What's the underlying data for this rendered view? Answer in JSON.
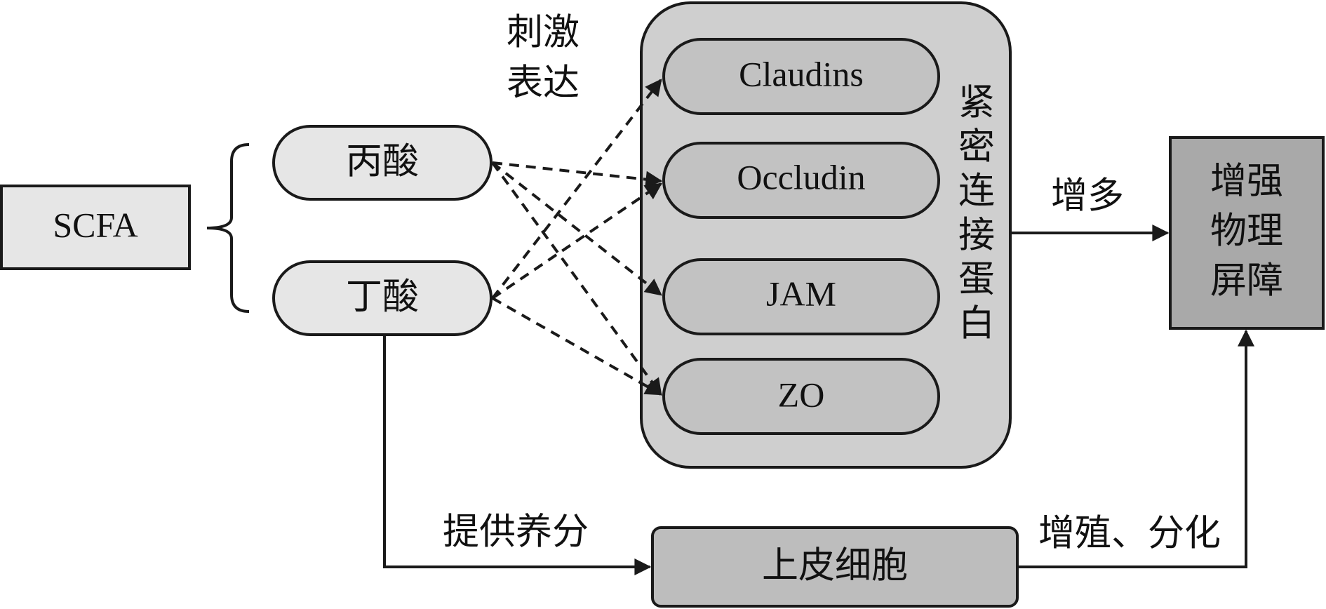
{
  "nodes": {
    "scfa": "SCFA",
    "propionate": "丙酸",
    "butyrate": "丁酸",
    "claudins": "Claudins",
    "occludin": "Occludin",
    "jam": "JAM",
    "zo": "ZO",
    "tight_junction_chars": [
      "紧",
      "密",
      "连",
      "接",
      "蛋",
      "白"
    ],
    "barrier_lines": [
      "增强",
      "物理",
      "屏障"
    ],
    "epithelium": "上皮细胞"
  },
  "edge_labels": {
    "stimulate_lines": [
      "刺激",
      "表达"
    ],
    "increase": "增多",
    "nourish": "提供养分",
    "proliferate": "增殖、分化"
  },
  "colors": {
    "light_fill": "#e6e6e6",
    "container_fill": "#cfcfcf",
    "box_fill": "#bdbdbd",
    "dark_fill": "#a9a9a9",
    "stroke": "#1a1a1a"
  }
}
